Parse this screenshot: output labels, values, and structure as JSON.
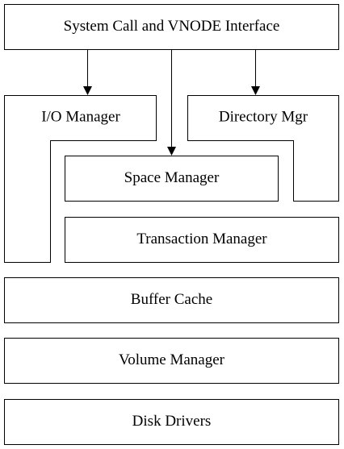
{
  "diagram": {
    "nodes": {
      "syscall": "System Call and VNODE Interface",
      "io_manager": "I/O Manager",
      "directory_mgr": "Directory Mgr",
      "space_manager": "Space Manager",
      "transaction_manager": "Transaction Manager",
      "buffer_cache": "Buffer Cache",
      "volume_manager": "Volume Manager",
      "disk_drivers": "Disk Drivers"
    },
    "edges": [
      {
        "from": "syscall",
        "to": "io_manager"
      },
      {
        "from": "syscall",
        "to": "space_manager"
      },
      {
        "from": "syscall",
        "to": "directory_mgr"
      }
    ]
  }
}
